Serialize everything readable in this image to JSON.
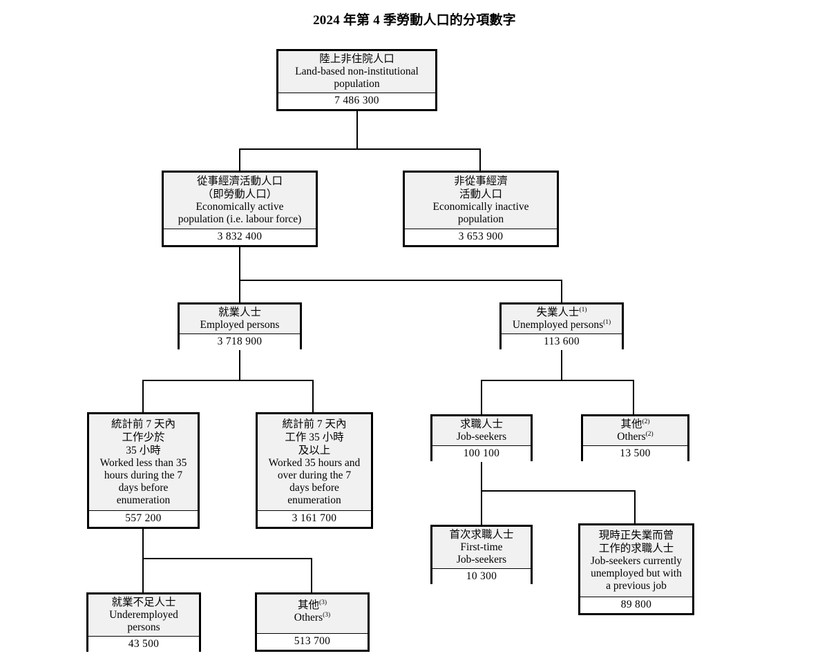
{
  "title": "2024 年第 4 季勞動人口的分項數字",
  "chart_data": {
    "type": "diagram",
    "title": "2024 年第 4 季勞動人口的分項數字",
    "subtype": "organisational-tree",
    "nodes": [
      {
        "id": "landbased",
        "zh": "陸上非住院人口",
        "en": "Land-based non-institutional population",
        "value": "7 486 300"
      },
      {
        "id": "active",
        "zh": "從事經濟活動人口（即勞動人口）",
        "en": "Economically active population (i.e. labour force)",
        "value": "3 832 400"
      },
      {
        "id": "inactive",
        "zh": "非從事經濟活動人口",
        "en": "Economically inactive population",
        "value": "3 653 900"
      },
      {
        "id": "employed",
        "zh": "就業人士",
        "en": "Employed persons",
        "value": "3 718 900"
      },
      {
        "id": "unemployed",
        "zh": "失業人士(1)",
        "en": "Unemployed persons(1)",
        "value": "113 600"
      },
      {
        "id": "lt35",
        "zh": "統計前 7 天內工作少於 35 小時",
        "en": "Worked less than 35 hours during the 7 days before enumeration",
        "value": "557 200"
      },
      {
        "id": "ge35",
        "zh": "統計前 7 天內工作 35 小時及以上",
        "en": "Worked 35 hours and over during the 7 days before enumeration",
        "value": "3 161 700"
      },
      {
        "id": "jobseekers",
        "zh": "求職人士",
        "en": "Job-seekers",
        "value": "100 100"
      },
      {
        "id": "others2",
        "zh": "其他(2)",
        "en": "Others(2)",
        "value": "13 500"
      },
      {
        "id": "firsttime",
        "zh": "首次求職人士",
        "en": "First-time Job-seekers",
        "value": "10 300"
      },
      {
        "id": "prevjob",
        "zh": "現時正失業而曾工作的求職人士",
        "en": "Job-seekers currently unemployed but with a previous job",
        "value": "89 800"
      },
      {
        "id": "underemployed",
        "zh": "就業不足人士",
        "en": "Underemployed persons",
        "value": "43 500"
      },
      {
        "id": "others3",
        "zh": "其他(3)",
        "en": "Others(3)",
        "value": "513 700"
      }
    ],
    "edges": [
      {
        "from": "landbased",
        "to": "active"
      },
      {
        "from": "landbased",
        "to": "inactive"
      },
      {
        "from": "active",
        "to": "employed"
      },
      {
        "from": "active",
        "to": "unemployed"
      },
      {
        "from": "employed",
        "to": "lt35"
      },
      {
        "from": "employed",
        "to": "ge35"
      },
      {
        "from": "unemployed",
        "to": "jobseekers"
      },
      {
        "from": "unemployed",
        "to": "others2"
      },
      {
        "from": "jobseekers",
        "to": "firsttime"
      },
      {
        "from": "jobseekers",
        "to": "prevjob"
      },
      {
        "from": "lt35",
        "to": "underemployed"
      },
      {
        "from": "lt35",
        "to": "others3"
      }
    ]
  },
  "nodes": {
    "landbased": {
      "zh": "陸上非住院人口",
      "en_line1": "Land-based non-institutional",
      "en_line2": "population",
      "value": "7 486 300"
    },
    "active": {
      "zh_line1": "從事經濟活動人口",
      "zh_line2": "（即勞動人口）",
      "en_line1": "Economically active",
      "en_line2": "population (i.e. labour force)",
      "value": "3 832 400"
    },
    "inactive": {
      "zh_line1": "非從事經濟",
      "zh_line2": "活動人口",
      "en_line1": "Economically inactive",
      "en_line2": "population",
      "value": "3 653 900"
    },
    "employed": {
      "zh": "就業人士",
      "en": "Employed persons",
      "value": "3 718 900"
    },
    "unemployed": {
      "zh": "失業人士",
      "zh_sup": "(1)",
      "en": "Unemployed persons",
      "en_sup": "(1)",
      "value": "113 600"
    },
    "lt35": {
      "zh_line1": "統計前 7 天內",
      "zh_line2": "工作少於",
      "zh_line3": "35 小時",
      "en_line1": "Worked less than 35",
      "en_line2": "hours during the 7",
      "en_line3": "days before",
      "en_line4": "enumeration",
      "value": "557 200"
    },
    "ge35": {
      "zh_line1": "統計前 7 天內",
      "zh_line2": "工作 35 小時",
      "zh_line3": "及以上",
      "en_line1": "Worked 35 hours and",
      "en_line2": "over during the 7",
      "en_line3": "days before",
      "en_line4": "enumeration",
      "value": "3 161 700"
    },
    "jobseekers": {
      "zh": "求職人士",
      "en": "Job-seekers",
      "value": "100 100"
    },
    "others2": {
      "zh": "其他",
      "zh_sup": "(2)",
      "en": "Others",
      "en_sup": "(2)",
      "value": "13 500"
    },
    "firsttime": {
      "zh": "首次求職人士",
      "en_line1": "First-time",
      "en_line2": "Job-seekers",
      "value": "10 300"
    },
    "prevjob": {
      "zh_line1": "現時正失業而曾",
      "zh_line2": "工作的求職人士",
      "en_line1": "Job-seekers currently",
      "en_line2": "unemployed but with",
      "en_line3": "a previous job",
      "value": "89 800"
    },
    "underemployed": {
      "zh": "就業不足人士",
      "en_line1": "Underemployed",
      "en_line2": "persons",
      "value": "43 500"
    },
    "others3": {
      "zh": "其他",
      "zh_sup": "(3)",
      "en": "Others",
      "en_sup": "(3)",
      "value": "513 700"
    }
  }
}
